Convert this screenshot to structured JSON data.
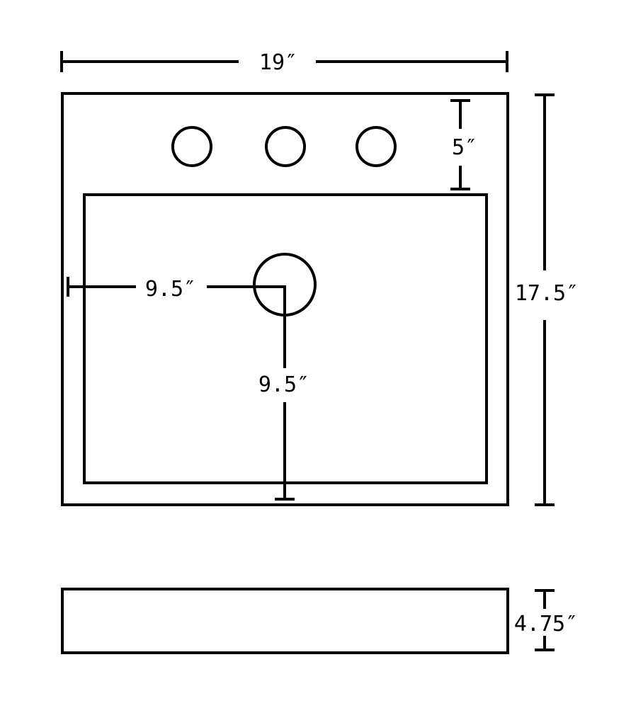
{
  "dimensions": {
    "width": "19″",
    "depth": "17.5″",
    "faucet_setback": "5″",
    "drain_from_side": "9.5″",
    "drain_from_front": "9.5″",
    "height": "4.75″"
  },
  "colors": {
    "stroke": "#000000",
    "background": "#ffffff"
  }
}
